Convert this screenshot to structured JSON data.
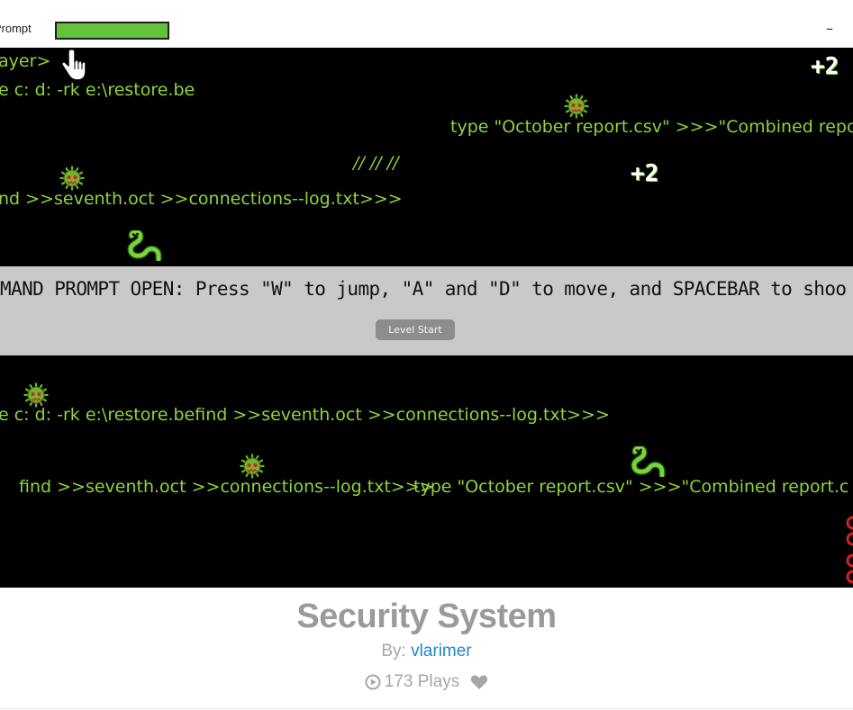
{
  "window": {
    "title": "d Prompt",
    "health": 1.0,
    "minimize_label": "–"
  },
  "game": {
    "lines": [
      "ayer>",
      "e c: d: -rk e:\\restore.be",
      "type \"October report.csv\" >>>\"Combined repo",
      "//    //    //",
      "nd >>seventh.oct >>connections--log.txt>>>",
      "e c: d: -rk e:\\restore.befind >>seventh.oct >>connections--log.txt>>>",
      "find >>seventh.oct >>connections--log.txt>>>",
      "type \"October report.csv\" >>>\"Combined report.c"
    ],
    "score_popups": [
      "+2",
      "+2"
    ],
    "overlay": {
      "instructions": "MMAND PROMPT OPEN: Press \"W\" to jump, \"A\" and \"D\" to move, and SPACEBAR to shoo",
      "button_label": "Level Start"
    },
    "colors": {
      "background": "#000000",
      "command_text": "#8dd43c",
      "overlay": "#c9c9c9",
      "health_fill": "#63c13a",
      "virus": "#6fb52d",
      "virus_eyes": "#d42020"
    },
    "sprites": [
      "virus-icon",
      "worm-icon",
      "hand-cursor-icon"
    ]
  },
  "info": {
    "title": "Security System",
    "by_label": "By:",
    "author": "vlarimer",
    "plays": "173 Plays",
    "icons": [
      "play-circle-icon",
      "heart-icon"
    ]
  }
}
